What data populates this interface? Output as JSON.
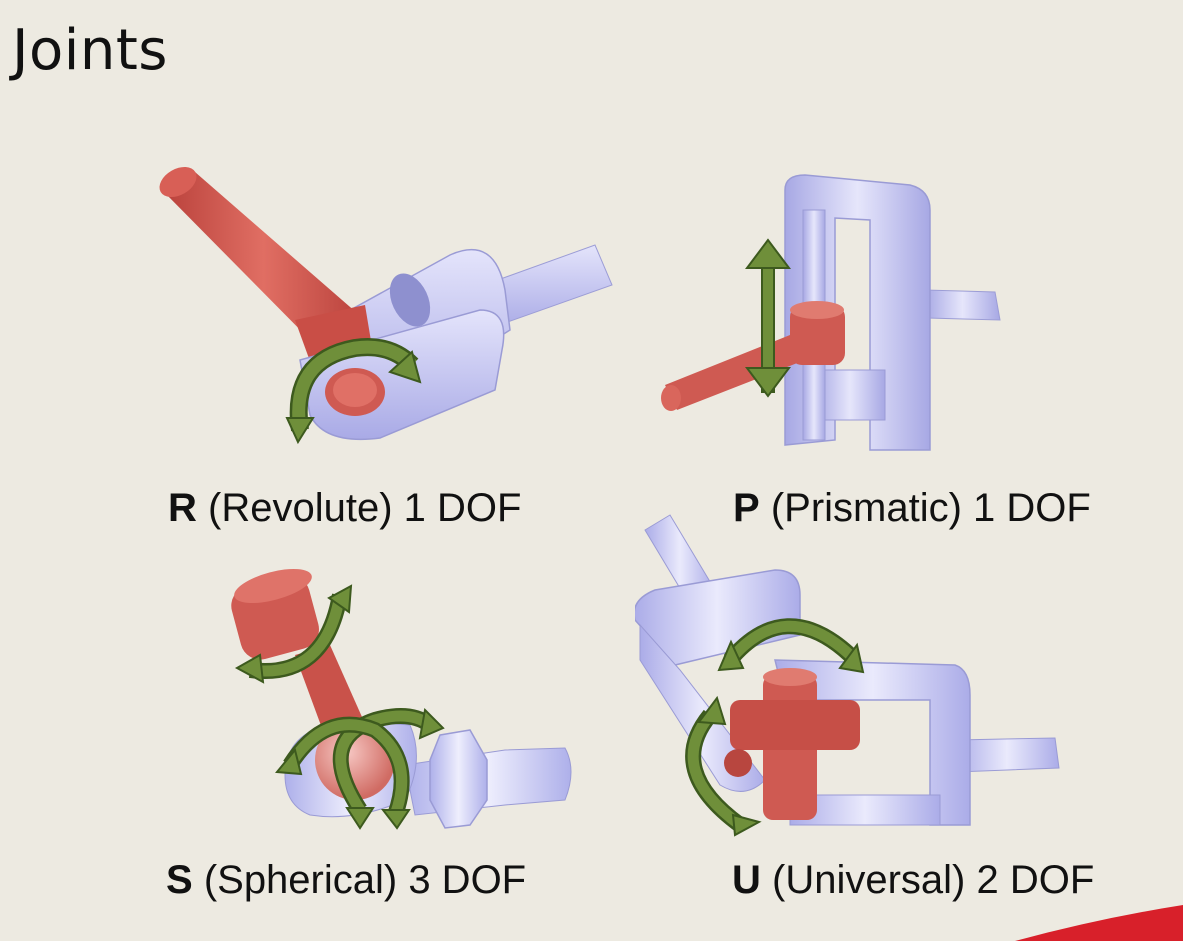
{
  "title": "Joints",
  "joints": [
    {
      "letter": "R",
      "description": "(Revolute) 1 DOF"
    },
    {
      "letter": "P",
      "description": "(Prismatic) 1 DOF"
    },
    {
      "letter": "S",
      "description": "(Spherical) 3 DOF"
    },
    {
      "letter": "U",
      "description": "(Universal) 2 DOF"
    }
  ],
  "colors": {
    "background": "#edeae1",
    "link_red": "#cf5a52",
    "body_lavender": "#c8c9f3",
    "arrow_green": "#6f8f3a",
    "accent_red": "#d8202a"
  }
}
